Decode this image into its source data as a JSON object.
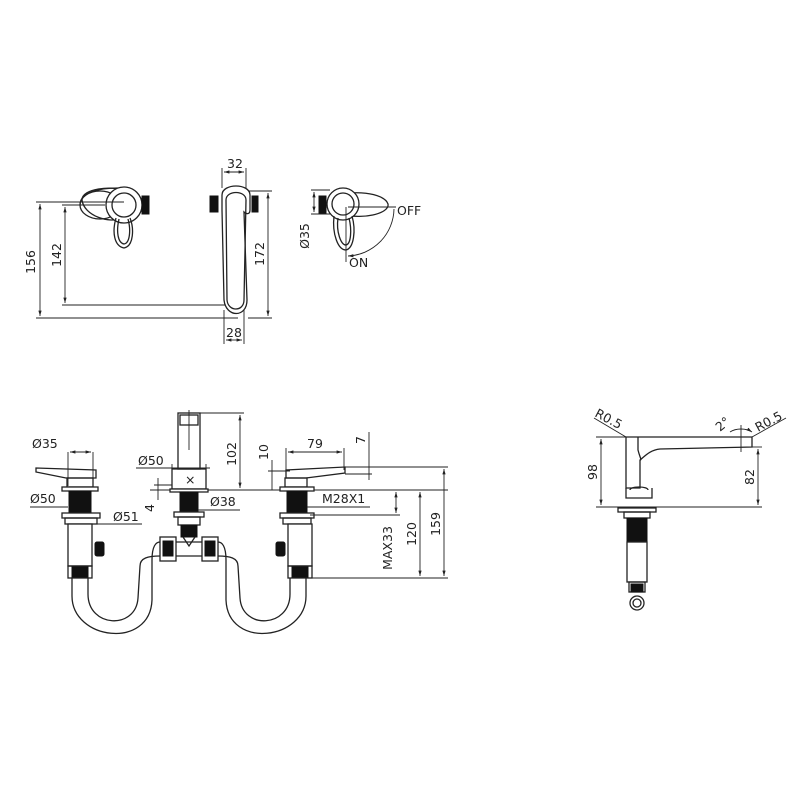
{
  "drawing": {
    "title": "Three-hole basin mixer technical drawing",
    "views": {
      "top_left_front": {
        "dims": {
          "d156": "156",
          "d142": "142"
        }
      },
      "top_middle_side": {
        "dims": {
          "d32": "32",
          "d172": "172",
          "d28": "28"
        }
      },
      "top_right_handle": {
        "dims": {
          "d35": "Ø35"
        },
        "labels": {
          "off": "OFF",
          "on": "ON"
        }
      },
      "bottom_left_assembly": {
        "dims": {
          "left_d35": "Ø35",
          "left_d50": "Ø50",
          "left_d51": "Ø51",
          "center_d50": "Ø50",
          "center_4": "4",
          "center_d38": "Ø38",
          "center_102": "102",
          "right_10": "10",
          "right_79": "79",
          "right_7": "7",
          "right_thread": "M28X1",
          "right_max33": "MAX33",
          "right_120": "120",
          "right_159": "159"
        }
      },
      "bottom_right_spout_side": {
        "dims": {
          "r_left": "R0.5",
          "r_right": "R0.5",
          "angle": "2°",
          "d98": "98",
          "d82": "82"
        }
      }
    }
  }
}
